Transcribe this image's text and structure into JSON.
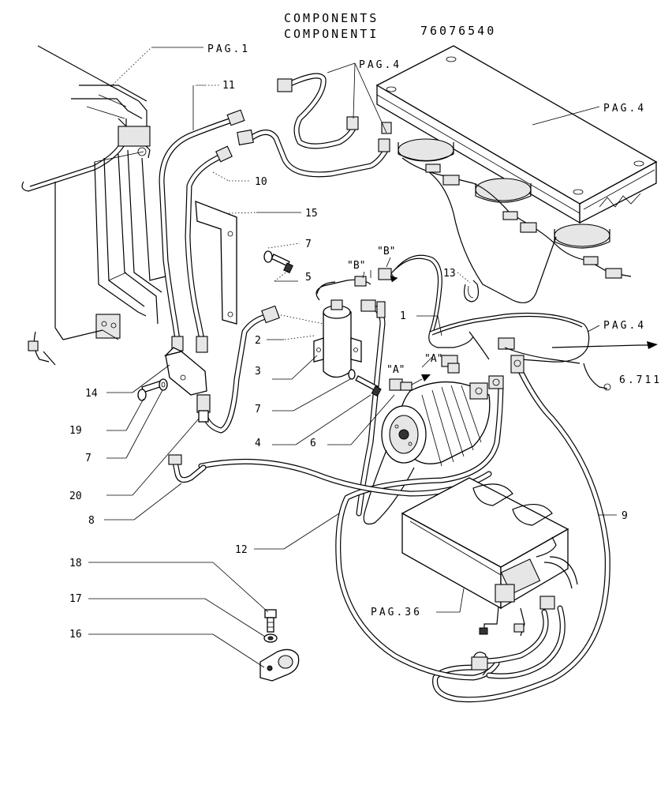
{
  "header": {
    "title_en": "COMPONENTS",
    "title_it": "COMPONENTI",
    "code": "76076540"
  },
  "page_refs": [
    "PAG.1",
    "PAG.4",
    "PAG.4",
    "PAG.4",
    "PAG.36",
    "6.711"
  ],
  "connector_labels": [
    "\"B\"",
    "\"B\"",
    "\"A\"",
    "\"A\""
  ],
  "callouts": [
    "11",
    "10",
    "15",
    "7",
    "5",
    "13",
    "1",
    "2",
    "3",
    "7",
    "4",
    "6",
    "14",
    "19",
    "7",
    "20",
    "8",
    "12",
    "9",
    "18",
    "17",
    "16"
  ]
}
